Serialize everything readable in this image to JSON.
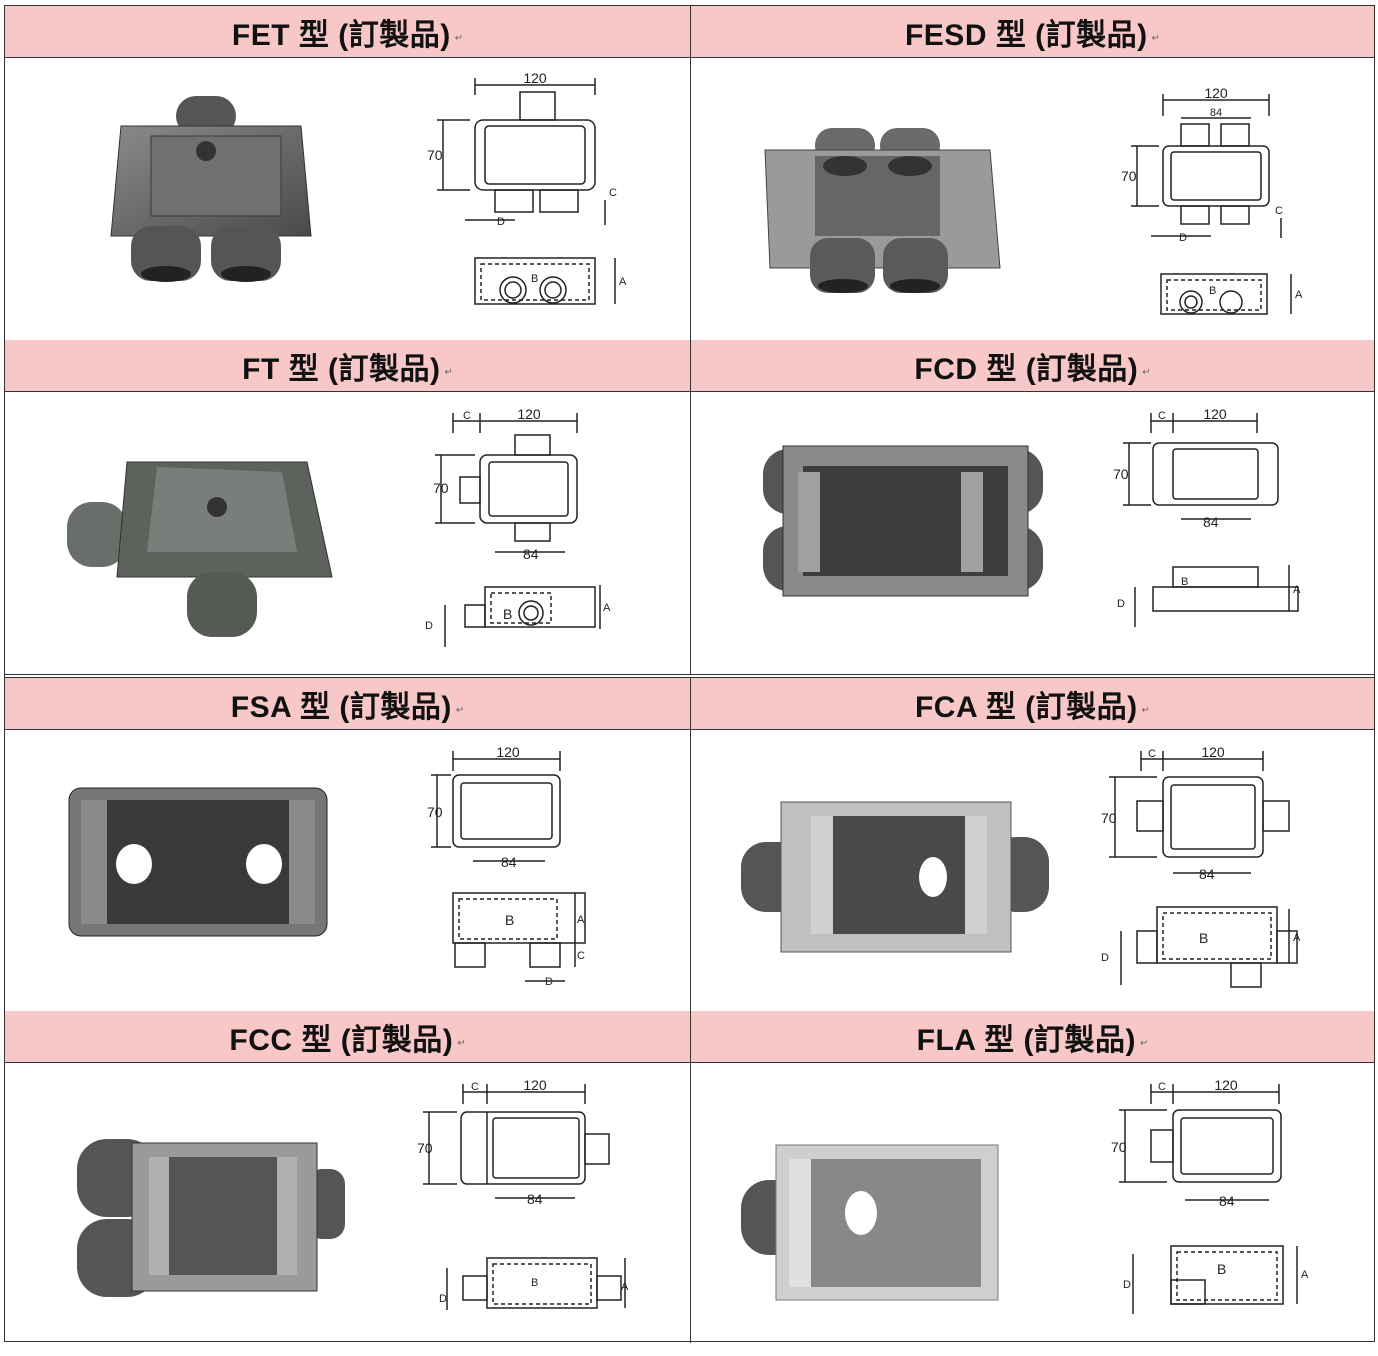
{
  "cells": [
    {
      "title": "FET 型 (訂製品)",
      "dims": {
        "w": "120",
        "h": "70",
        "c": "C",
        "d": "D",
        "b": "B",
        "a": "A"
      }
    },
    {
      "title": "FESD 型 (訂製品)",
      "dims": {
        "w": "120",
        "inner": "84",
        "h": "70",
        "c": "C",
        "d": "D",
        "b": "B",
        "a": "A"
      }
    },
    {
      "title": "FT 型 (訂製品)",
      "dims": {
        "w": "120",
        "h": "70",
        "c": "C",
        "inner": "84",
        "d": "D",
        "b": "B",
        "a": "A"
      }
    },
    {
      "title": "FCD 型 (訂製品)",
      "dims": {
        "w": "120",
        "h": "70",
        "c": "C",
        "inner": "84",
        "d": "D",
        "b": "B",
        "a": "A"
      }
    },
    {
      "title": "FSA 型  (訂製品)",
      "dims": {
        "w": "120",
        "h": "70",
        "inner": "84",
        "b": "B",
        "a": "A",
        "c": "C",
        "d": "D"
      }
    },
    {
      "title": "FCA 型  (訂製品)",
      "dims": {
        "w": "120",
        "h": "70",
        "c": "C",
        "inner": "84",
        "d": "D",
        "b": "B",
        "a": "A"
      }
    },
    {
      "title": "FCC 型  (訂製品)",
      "dims": {
        "w": "120",
        "h": "70",
        "c": "C",
        "inner": "84",
        "d": "D",
        "b": "B",
        "a": "A"
      }
    },
    {
      "title": "FLA 型  (訂製品)",
      "dims": {
        "w": "120",
        "h": "70",
        "c": "C",
        "inner": "84",
        "d": "D",
        "b": "B",
        "a": "A"
      }
    }
  ],
  "paragraph_mark": "↵"
}
